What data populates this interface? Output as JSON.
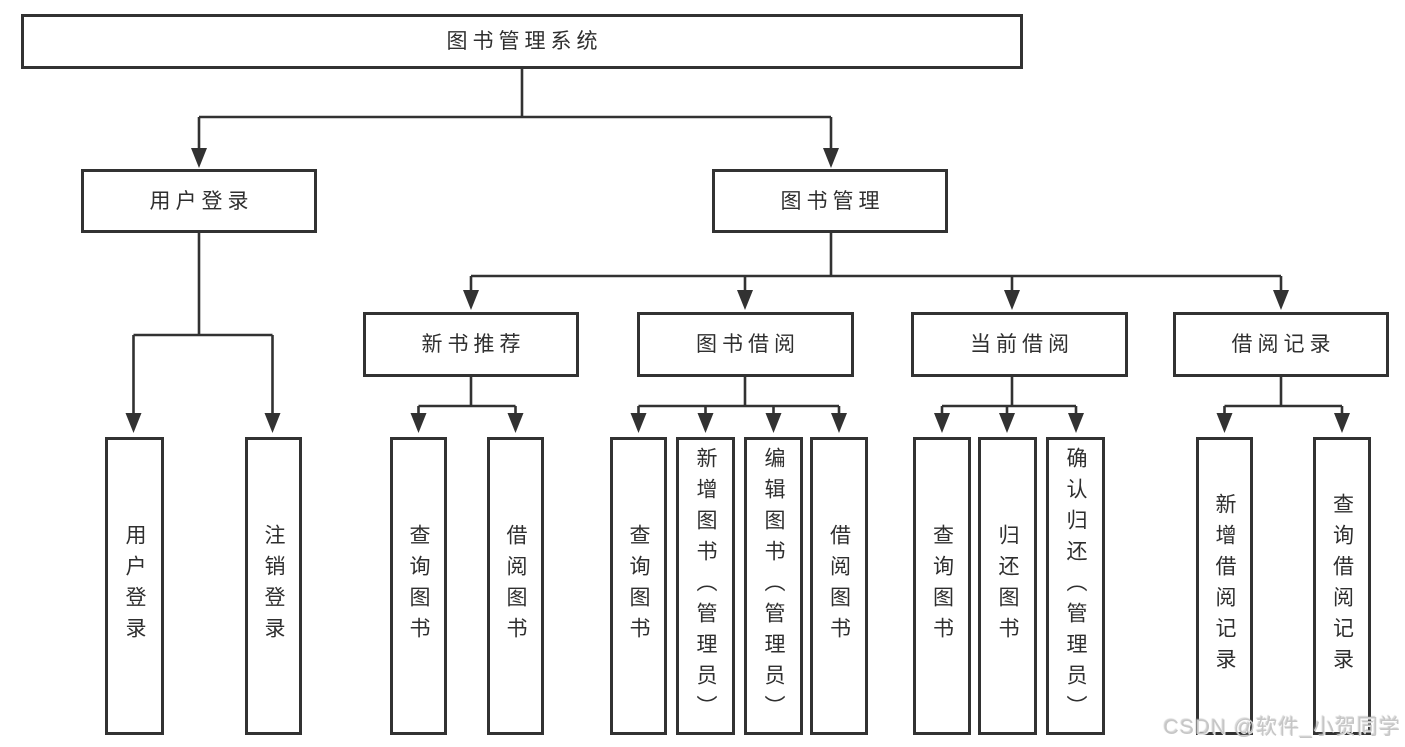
{
  "diagram": {
    "type": "function-structure-tree",
    "nodes": {
      "root": {
        "label": "图书管理系统"
      },
      "user_login": {
        "label": "用户登录"
      },
      "book_mgmt": {
        "label": "图书管理"
      },
      "new_book_rec": {
        "label": "新书推荐"
      },
      "book_borrow": {
        "label": "图书借阅"
      },
      "current_borrow": {
        "label": "当前借阅"
      },
      "borrow_records": {
        "label": "借阅记录"
      },
      "user_login_leaf": {
        "label": "用户登录"
      },
      "logout_leaf": {
        "label": "注销登录"
      },
      "query_books_1": {
        "label": "查询图书"
      },
      "borrow_books_1": {
        "label": "借阅图书"
      },
      "query_books_2": {
        "label": "查询图书"
      },
      "add_books": {
        "label": "新增图书（管理员）"
      },
      "edit_books": {
        "label": "编辑图书（管理员）"
      },
      "borrow_books_2": {
        "label": "借阅图书"
      },
      "query_books_3": {
        "label": "查询图书"
      },
      "return_books": {
        "label": "归还图书"
      },
      "confirm_return": {
        "label": "确认归还（管理员）"
      },
      "add_borrow_record": {
        "label": "新增借阅记录"
      },
      "query_borrow_record": {
        "label": "查询借阅记录"
      }
    },
    "edges": [
      [
        "root",
        "user_login"
      ],
      [
        "root",
        "book_mgmt"
      ],
      [
        "user_login",
        "user_login_leaf"
      ],
      [
        "user_login",
        "logout_leaf"
      ],
      [
        "book_mgmt",
        "new_book_rec"
      ],
      [
        "book_mgmt",
        "book_borrow"
      ],
      [
        "book_mgmt",
        "current_borrow"
      ],
      [
        "book_mgmt",
        "borrow_records"
      ],
      [
        "new_book_rec",
        "query_books_1"
      ],
      [
        "new_book_rec",
        "borrow_books_1"
      ],
      [
        "book_borrow",
        "query_books_2"
      ],
      [
        "book_borrow",
        "add_books"
      ],
      [
        "book_borrow",
        "edit_books"
      ],
      [
        "book_borrow",
        "borrow_books_2"
      ],
      [
        "current_borrow",
        "query_books_3"
      ],
      [
        "current_borrow",
        "return_books"
      ],
      [
        "current_borrow",
        "confirm_return"
      ],
      [
        "borrow_records",
        "add_borrow_record"
      ],
      [
        "borrow_records",
        "query_borrow_record"
      ]
    ]
  },
  "watermark": {
    "text": "CSDN @软件_小贺同学"
  },
  "colors": {
    "line": "#323232",
    "text": "#2f2f2f",
    "watermark": "#c6c6c6"
  }
}
